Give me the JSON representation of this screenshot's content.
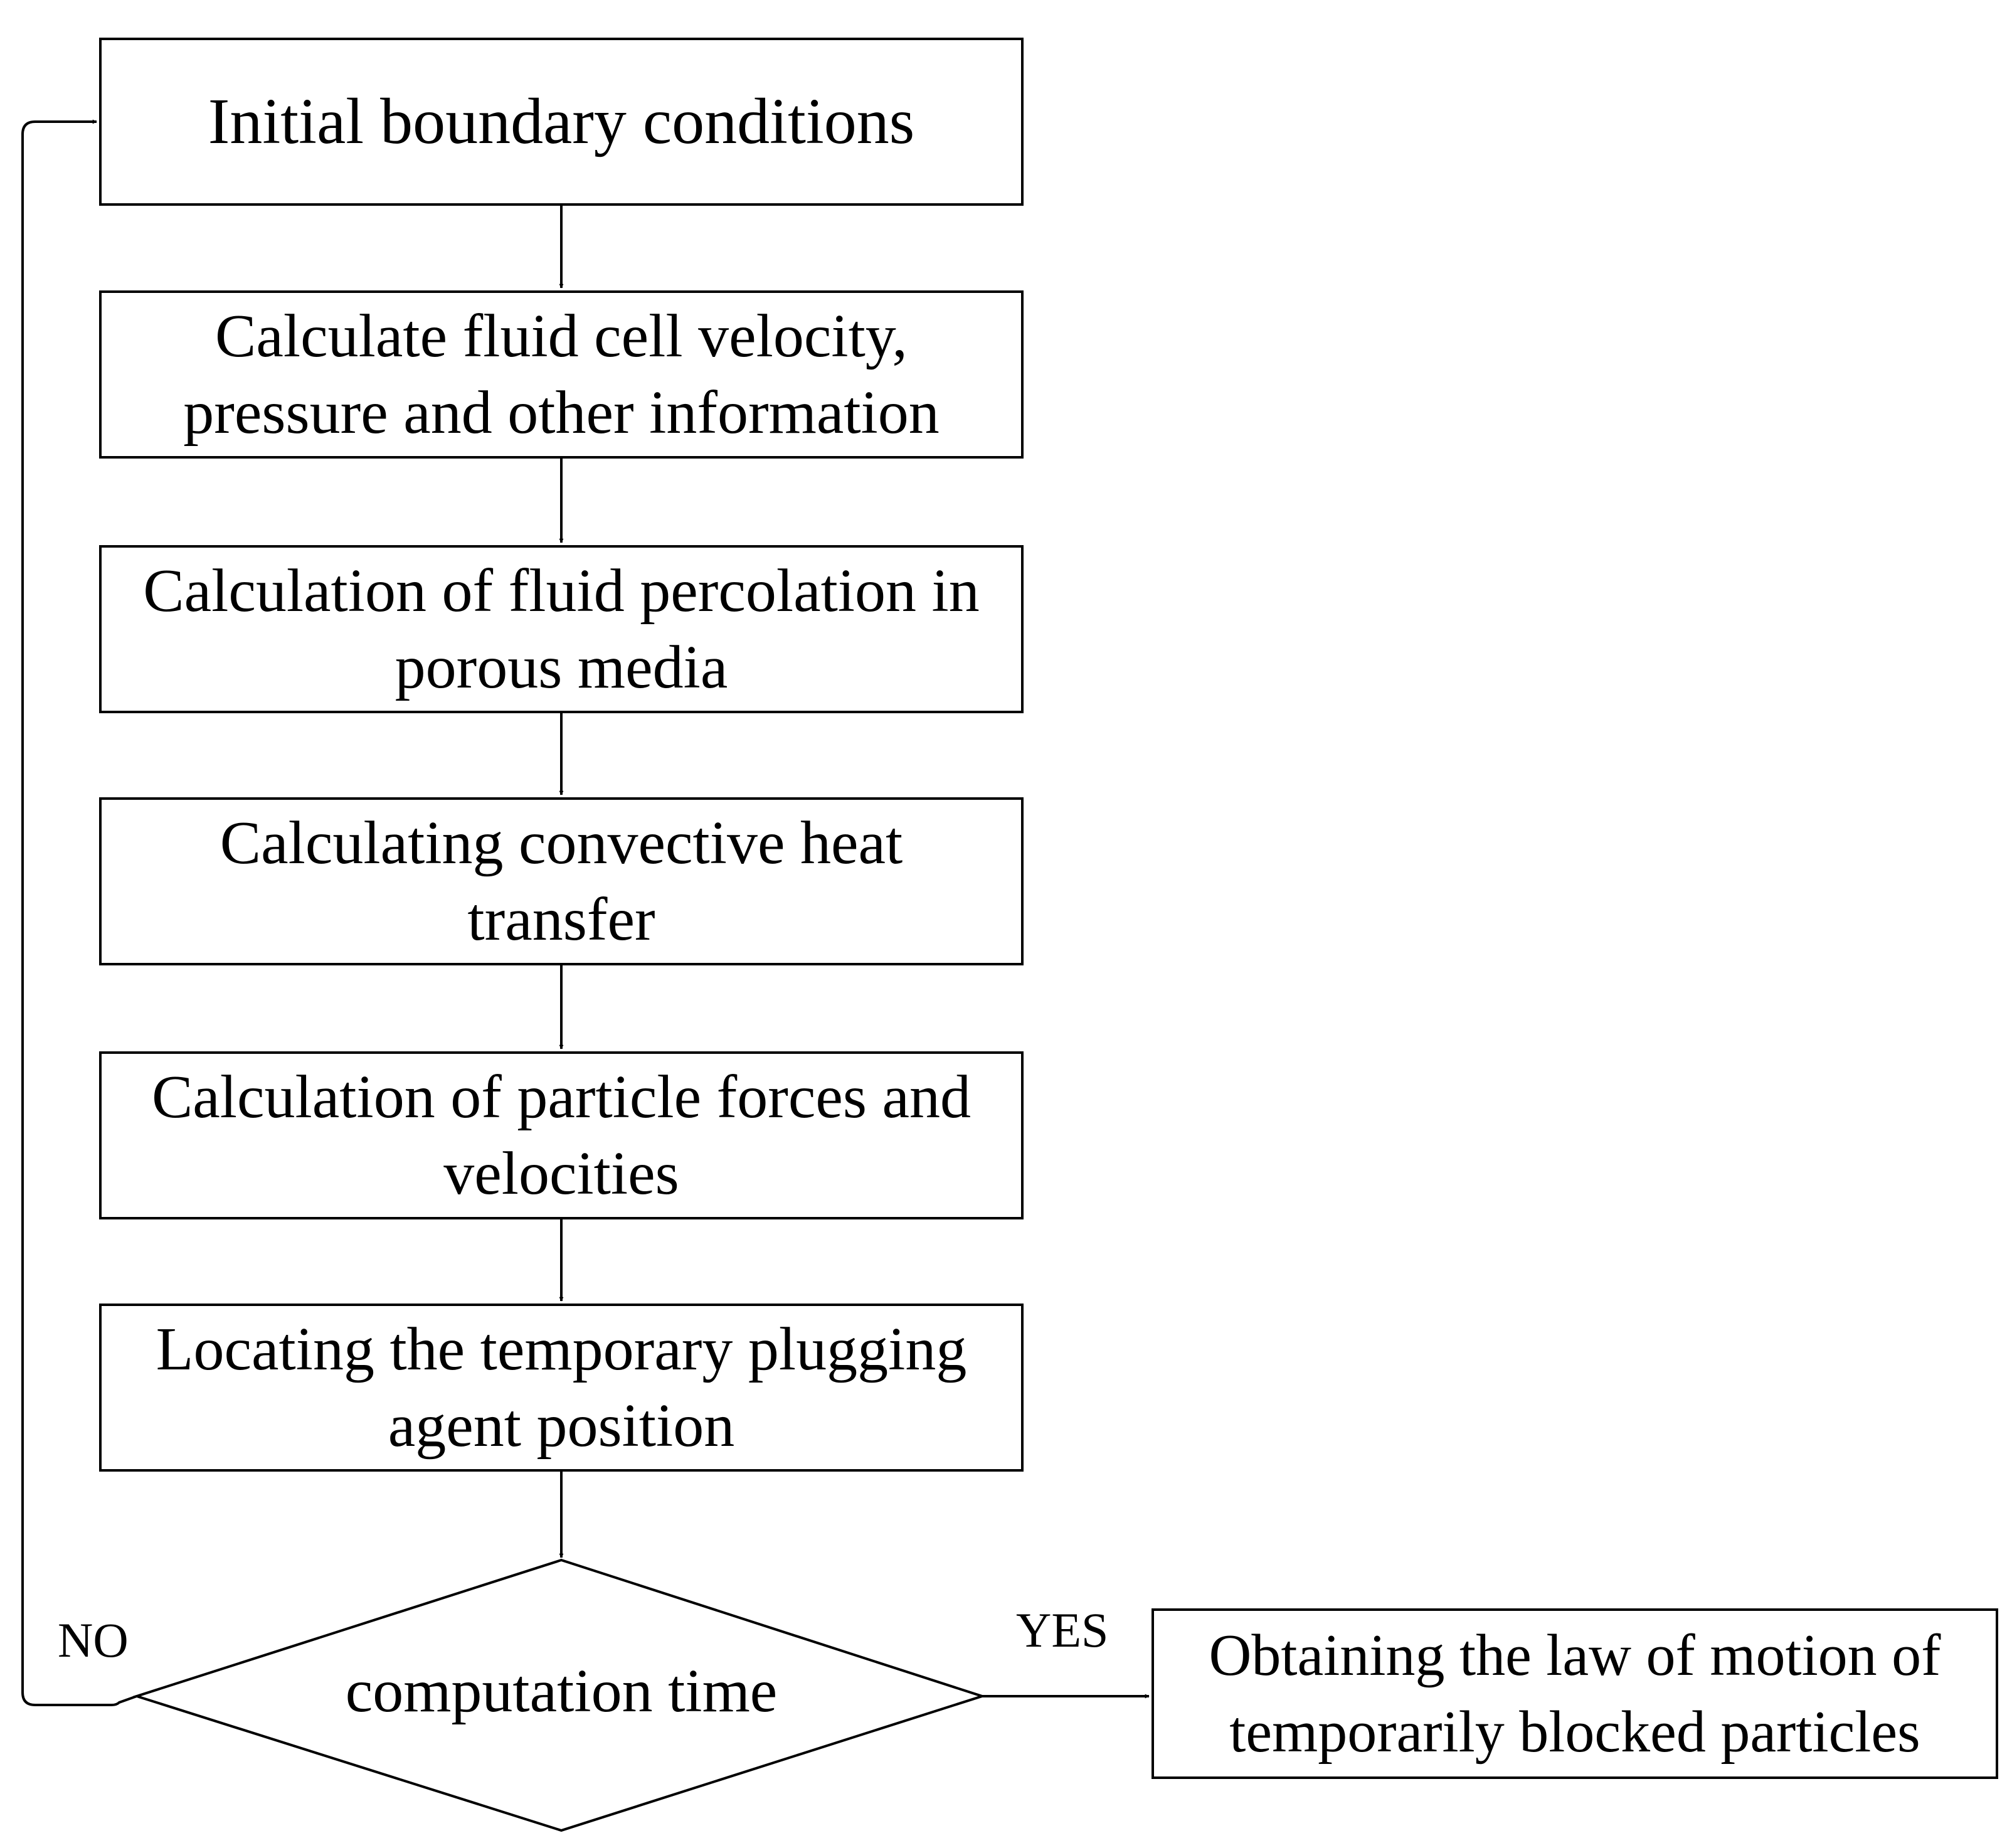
{
  "flowchart": {
    "steps": [
      {
        "label": "Initial boundary conditions"
      },
      {
        "label": "Calculate fluid cell velocity,\npressure and other information"
      },
      {
        "label": "Calculation of fluid percolation in\nporous media"
      },
      {
        "label": "Calculating convective heat\ntransfer"
      },
      {
        "label": "Calculation of particle forces and\nvelocities"
      },
      {
        "label": "Locating the temporary plugging\nagent position"
      }
    ],
    "decision": {
      "label": "computation time"
    },
    "branches": {
      "no": "NO",
      "yes": "YES"
    },
    "result": {
      "label": "Obtaining the law of motion of\ntemporarily blocked particles"
    }
  }
}
